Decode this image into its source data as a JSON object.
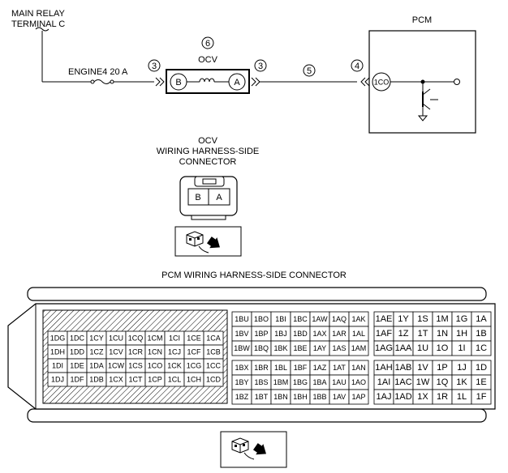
{
  "wiring": {
    "main_relay_label": [
      "MAIN RELAY",
      "TERMINAL C"
    ],
    "fuse_label": "ENGINE4 20 A",
    "ocv_label": "OCV",
    "ocv_number": "6",
    "pcm_label": "PCM",
    "terminal_b": "B",
    "terminal_a": "A",
    "pcm_terminal": "1CO",
    "callouts": [
      "3",
      "3",
      "5",
      "4"
    ]
  },
  "ocv_connector": {
    "title": [
      "OCV",
      "WIRING HARNESS-SIDE",
      "CONNECTOR"
    ],
    "pins": [
      "B",
      "A"
    ]
  },
  "pcm_connector": {
    "title": "PCM WIRING HARNESS-SIDE CONNECTOR",
    "block1": [
      [
        "1DG",
        "1DC",
        "1CY",
        "1CU",
        "1CQ",
        "1CM",
        "1CI",
        "1CE",
        "1CA"
      ],
      [
        "1DH",
        "1DD",
        "1CZ",
        "1CV",
        "1CR",
        "1CN",
        "1CJ",
        "1CF",
        "1CB"
      ],
      [
        "1DI",
        "1DE",
        "1DA",
        "1CW",
        "1CS",
        "1CO",
        "1CK",
        "1CG",
        "1CC"
      ],
      [
        "1DJ",
        "1DF",
        "1DB",
        "1CX",
        "1CT",
        "1CP",
        "1CL",
        "1CH",
        "1CD"
      ]
    ],
    "block2": [
      [
        "1BU",
        "1BO",
        "1BI",
        "1BC",
        "1AW",
        "1AQ",
        "1AK"
      ],
      [
        "1BV",
        "1BP",
        "1BJ",
        "1BD",
        "1AX",
        "1AR",
        "1AL"
      ],
      [
        "1BW",
        "1BQ",
        "1BK",
        "1BE",
        "1AY",
        "1AS",
        "1AM"
      ],
      [
        "1BX",
        "1BR",
        "1BL",
        "1BF",
        "1AZ",
        "1AT",
        "1AN"
      ],
      [
        "1BY",
        "1BS",
        "1BM",
        "1BG",
        "1BA",
        "1AU",
        "1AO"
      ],
      [
        "1BZ",
        "1BT",
        "1BN",
        "1BH",
        "1BB",
        "1AV",
        "1AP"
      ]
    ],
    "block3": [
      [
        "1AE",
        "1Y",
        "1S",
        "1M",
        "1G",
        "1A"
      ],
      [
        "1AF",
        "1Z",
        "1T",
        "1N",
        "1H",
        "1B"
      ],
      [
        "1AG",
        "1AA",
        "1U",
        "1O",
        "1I",
        "1C"
      ],
      [
        "1AH",
        "1AB",
        "1V",
        "1P",
        "1J",
        "1D"
      ],
      [
        "1AI",
        "1AC",
        "1W",
        "1Q",
        "1K",
        "1E"
      ],
      [
        "1AJ",
        "1AD",
        "1X",
        "1R",
        "1L",
        "1F"
      ]
    ]
  }
}
